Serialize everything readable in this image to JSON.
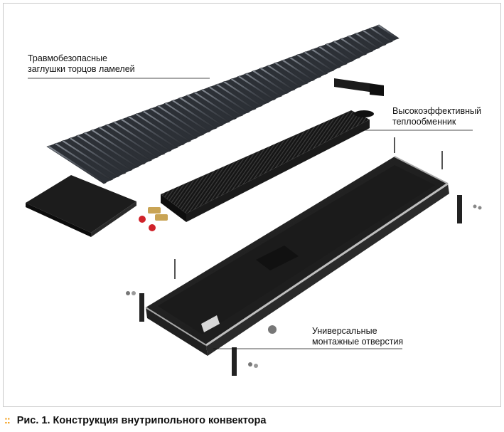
{
  "callouts": {
    "safety_caps": {
      "line1": "Травмобезопасные",
      "line2": "заглушки торцов ламелей"
    },
    "heat_exchanger": {
      "line1": "Высокоэффективный",
      "line2": "теплообменник"
    },
    "mounting_holes": {
      "line1": "Универсальные",
      "line2": "монтажные отверстия"
    }
  },
  "caption": {
    "marker": "::",
    "label": "Рис. 1.",
    "text": "Конструкция внутрипольного конвектора"
  },
  "colors": {
    "accent": "#f29400",
    "body_dark": "#1e1e1e",
    "grille": "#4a4f57",
    "frame_border": "#c9c9c9"
  }
}
